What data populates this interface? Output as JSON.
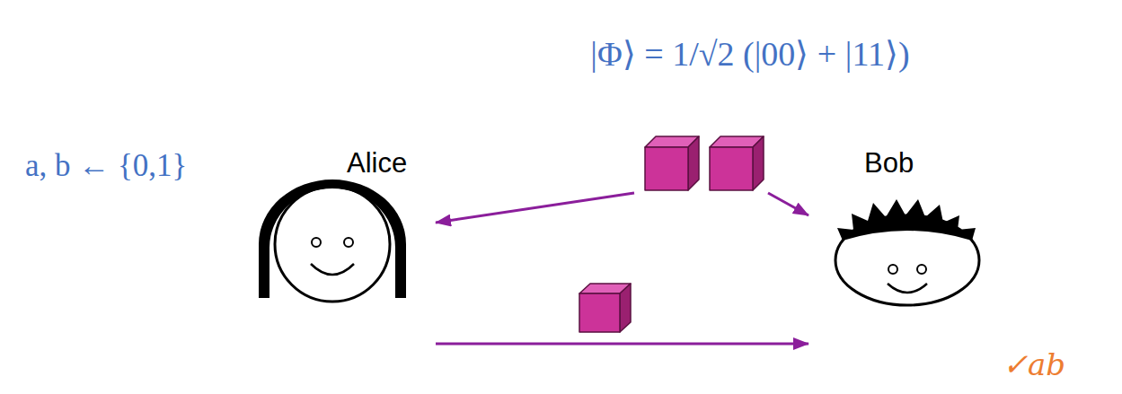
{
  "diagram": {
    "nodes": [
      {
        "text": [
          "|Φ⟩ = 1/√2 (|00⟩ + |11⟩)"
        ]
      },
      {
        "text": [
          "Alice"
        ]
      },
      {
        "text": [
          "Bob"
        ]
      }
    ],
    "edges": [
      {
        "from": 0,
        "to": 1,
        "arrow": "to"
      },
      {
        "from": 0,
        "to": 2,
        "arrow": "to"
      },
      {
        "from": 1,
        "to": 2,
        "arrow": "to"
      }
    ],
    "labels": [
      "a, b ← {0,1}",
      "✓ab"
    ]
  }
}
